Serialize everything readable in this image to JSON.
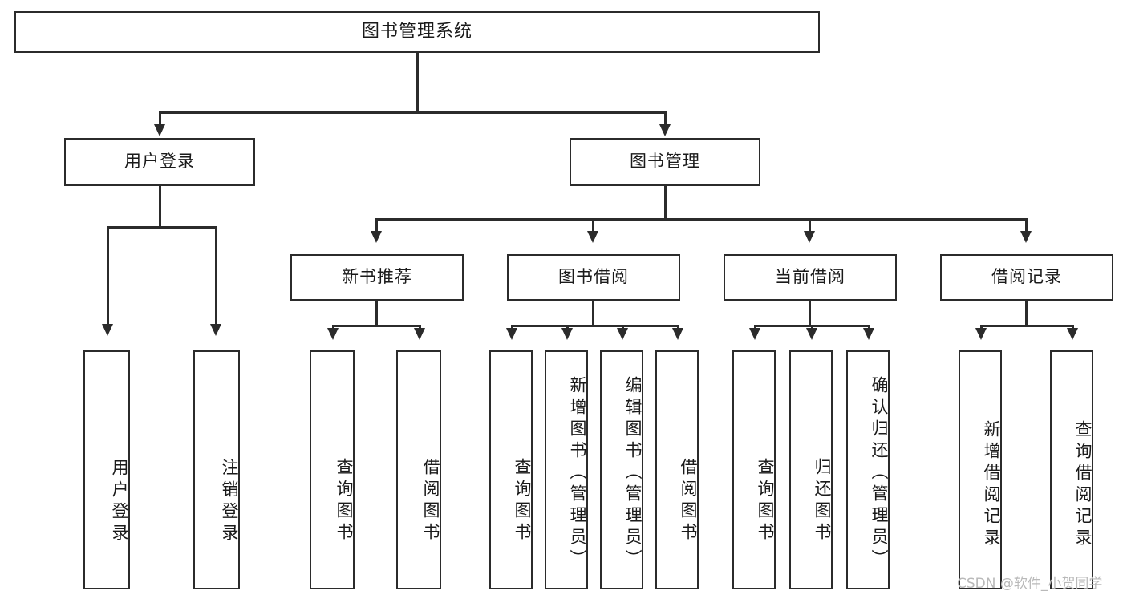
{
  "diagram": {
    "title": "图书管理系统",
    "type": "tree-hierarchy-diagram",
    "levels": 4,
    "nodes": {
      "root": {
        "label": "图书管理系统"
      },
      "level2": [
        {
          "id": "user-login",
          "label": "用户登录"
        },
        {
          "id": "book-management",
          "label": "图书管理"
        }
      ],
      "level3": [
        {
          "id": "new-book-recommend",
          "label": "新书推荐"
        },
        {
          "id": "book-borrow",
          "label": "图书借阅"
        },
        {
          "id": "current-borrow",
          "label": "当前借阅"
        },
        {
          "id": "borrow-record",
          "label": "借阅记录"
        }
      ],
      "leaves": {
        "user_login": [
          {
            "id": "leaf-user-login",
            "label": "用户登录"
          },
          {
            "id": "leaf-logout-login",
            "label": "注销登录"
          }
        ],
        "new_book_recommend": [
          {
            "id": "leaf-query-book-1",
            "label": "查询图书"
          },
          {
            "id": "leaf-borrow-book-1",
            "label": "借阅图书"
          }
        ],
        "book_borrow": [
          {
            "id": "leaf-query-book-2",
            "label": "查询图书"
          },
          {
            "id": "leaf-add-book",
            "label": "新增图书（管理员）"
          },
          {
            "id": "leaf-edit-book",
            "label": "编辑图书（管理员）"
          },
          {
            "id": "leaf-borrow-book-2",
            "label": "借阅图书"
          }
        ],
        "current_borrow": [
          {
            "id": "leaf-query-book-3",
            "label": "查询图书"
          },
          {
            "id": "leaf-return-book",
            "label": "归还图书"
          },
          {
            "id": "leaf-confirm-return",
            "label": "确认归还（管理员）"
          }
        ],
        "borrow_record": [
          {
            "id": "leaf-add-record",
            "label": "新增借阅记录"
          },
          {
            "id": "leaf-query-record",
            "label": "查询借阅记录"
          }
        ]
      }
    },
    "colors": {
      "stroke": "#2b2b2b",
      "fill": "#ffffff",
      "text": "#1a1a1a",
      "watermark": "#b9b9b9"
    }
  },
  "watermark": {
    "text": "CSDN @软件_小贺同学"
  }
}
